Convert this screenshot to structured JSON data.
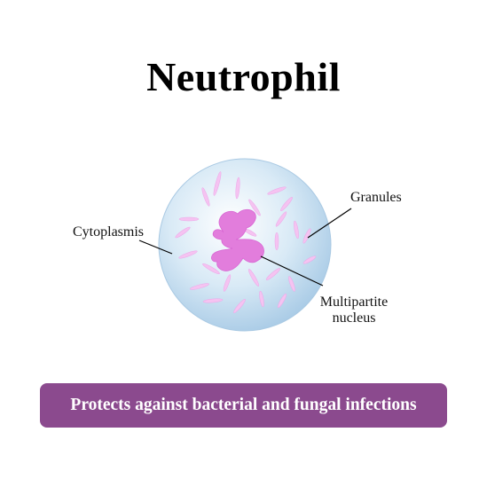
{
  "title": "Neutrophil",
  "labels": {
    "granules": "Granules",
    "cytoplasm": "Cytoplasmis",
    "nucleus_line1": "Multipartite",
    "nucleus_line2": "nucleus"
  },
  "banner": {
    "text": "Protects against bacterial and fungal infections"
  },
  "colors": {
    "cell_fill": "#c9e0f1",
    "cell_edge": "#a5c7e3",
    "nucleus": "#e26fdc",
    "granule": "#f6c7f2",
    "banner": "#8b4a8e"
  }
}
